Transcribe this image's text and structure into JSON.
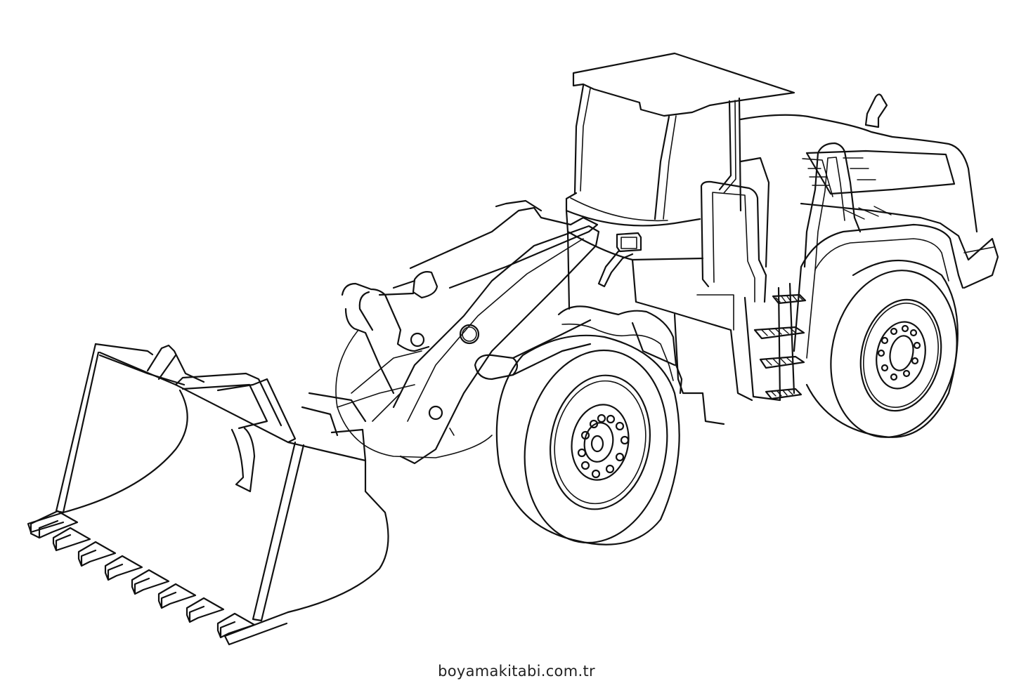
{
  "image": {
    "subject": "wheel loader coloring page",
    "style": "black line art on white background",
    "background_color": "#ffffff",
    "line_color": "#111111"
  },
  "watermark": {
    "text": "boyamakitabi.com.tr"
  },
  "parts": {
    "bucket_teeth_count": 8,
    "front_wheel_bolt_count": 11,
    "rear_wheel_bolt_count": 10,
    "ladder_steps": 4
  }
}
